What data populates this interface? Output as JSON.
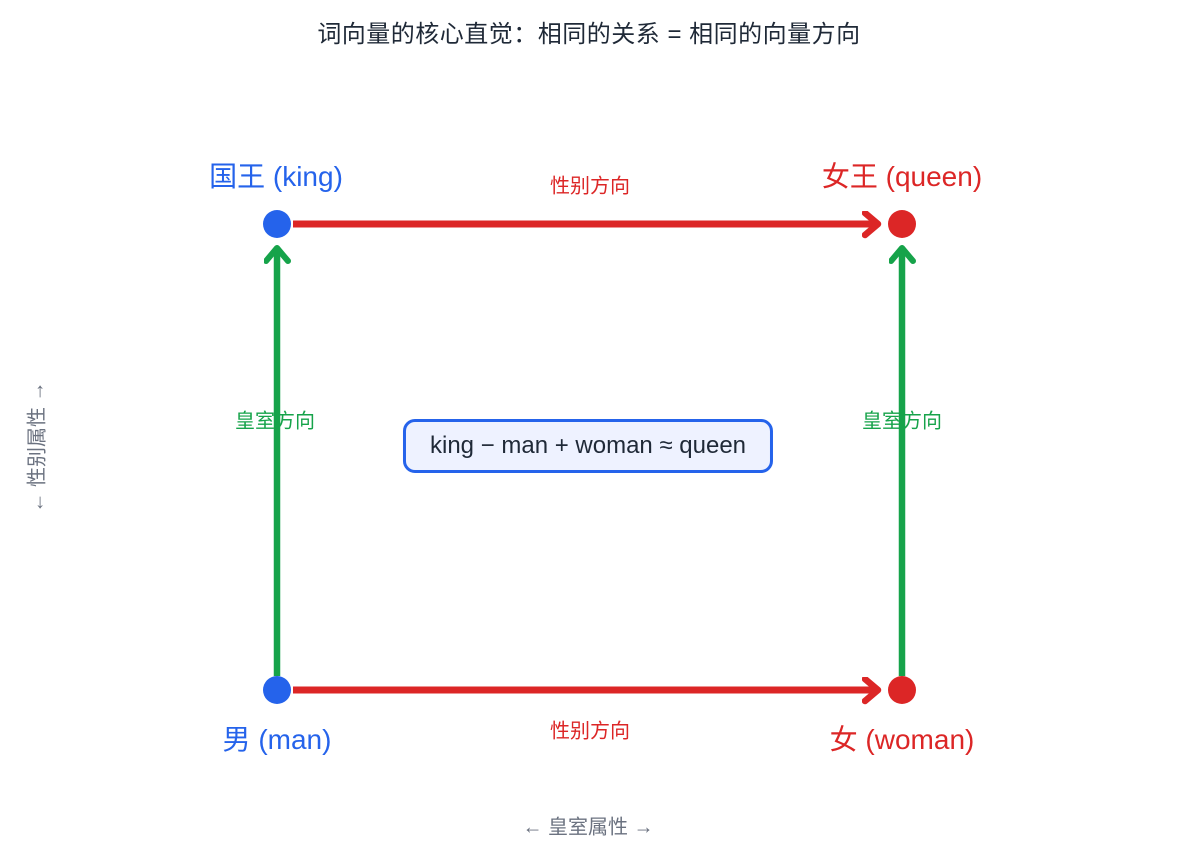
{
  "title": "词向量的核心直觉：相同的关系 = 相同的向量方向",
  "nodes": {
    "king": {
      "label": "国王 (king)"
    },
    "queen": {
      "label": "女王 (queen)"
    },
    "man": {
      "label": "男 (man)"
    },
    "woman": {
      "label": "女 (woman)"
    }
  },
  "edge_labels": {
    "top": "性别方向",
    "bottom": "性别方向",
    "left": "皇室方向",
    "right": "皇室方向"
  },
  "formula": "king − man + woman ≈ queen",
  "axes": {
    "vertical": "← 性别属性 →",
    "horizontal": "← 皇室属性 →"
  },
  "colors": {
    "blue": "#2563eb",
    "red": "#dc2626",
    "green": "#16a34a",
    "gray": "#6b7280",
    "title": "#1f2937",
    "formula_bg": "#eef2ff",
    "formula_border": "#2563eb",
    "formula_text": "#1f2937"
  }
}
